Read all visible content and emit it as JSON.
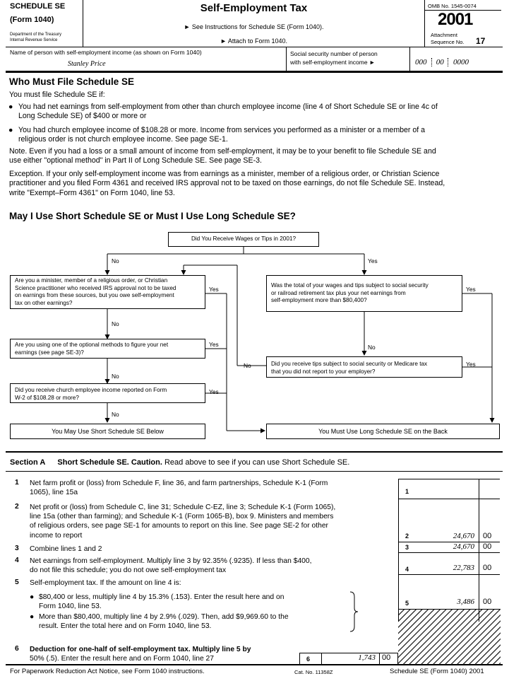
{
  "header": {
    "schedule": "SCHEDULE SE",
    "form": "(Form 1040)",
    "dept": "Department of the Treasury",
    "irs": "Internal Revenue Service",
    "title": "Self-Employment Tax",
    "instr1": "► See Instructions for Schedule SE (Form 1040).",
    "instr2": "► Attach to Form 1040.",
    "omb": "OMB No. 1545-0074",
    "year": "2001",
    "attachment": "Attachment",
    "sequence": "Sequence No.",
    "seq_no": "17"
  },
  "person": {
    "name_label": "Name of person with self-employment income (as shown on Form 1040)",
    "name_value": "Stanley Price",
    "ssn_label1": "Social security number of person",
    "ssn_label2": "with self-employment income ►",
    "ssn1": "000",
    "ssn2": "00",
    "ssn3": "0000"
  },
  "who": {
    "heading": "Who Must File Schedule SE",
    "intro": "You must file Schedule SE if:",
    "b1_line1": "You had net earnings from self-employment from other than church employee income (line 4 of Short Schedule SE or line 4c of",
    "b1_line2": "Long Schedule SE) of $400 or more or",
    "b2_line1": "You had church employee income of $108.28 or more. Income from services you performed as a minister or a member of a",
    "b2_line2": "religious order is not church employee income. See page SE-1.",
    "note_line1": "Note. Even if you had a loss or a small amount of income from self-employment, it may be to your benefit to file Schedule SE and",
    "note_line2": "use either \"optional method\" in Part II of Long Schedule SE. See page SE-3.",
    "exc_line1": "Exception. If your only self-employment income was from earnings as a minister, member of a religious order, or Christian Science",
    "exc_line2": "practitioner and you filed Form 4361 and received IRS approval not to be taxed on those earnings, do not file Schedule SE. Instead,",
    "exc_line3": "write \"Exempt–Form 4361\" on Form 1040, line 53."
  },
  "may": {
    "heading": "May I Use Short Schedule SE or Must I Use Long Schedule SE?"
  },
  "flow": {
    "q_wages": "Did You Receive Wages or Tips in 2001?",
    "no": "No",
    "yes": "Yes",
    "q_minister_1": "Are you a minister, member of a religious order, or Christian",
    "q_minister_2": "Science practitioner who received IRS approval not to be taxed",
    "q_minister_3": "on earnings from these sources, but you owe self-employment",
    "q_minister_4": "tax on other earnings?",
    "q_optional_1": "Are you using one of the optional methods to figure your net",
    "q_optional_2": "earnings (see page SE-3)?",
    "q_church_1": "Did you receive church employee income reported on Form",
    "q_church_2": "W-2 of $108.28 or more?",
    "q_total_1": "Was the total of your wages and tips subject to social security",
    "q_total_2": "or railroad retirement tax plus your net earnings from",
    "q_total_3": "self-employment more than $80,400?",
    "q_tips_1": "Did you receive tips subject to social security or Medicare tax",
    "q_tips_2": "that you did not report to your employer?",
    "short": "You May Use Short Schedule SE Below",
    "long": "You Must Use Long Schedule SE on the Back"
  },
  "sectionA": {
    "title": "Section A",
    "subtitle": "Short Schedule SE. Caution.",
    "caution": "Read above to see if you can use Short Schedule SE.",
    "l1_num": "1",
    "l1_a": "Net farm profit or (loss) from Schedule F, line 36, and farm partnerships, Schedule K-1 (Form",
    "l1_b": "1065), line 15a",
    "l2_num": "2",
    "l2_a": "Net profit or (loss) from Schedule C, line 31; Schedule C-EZ, line 3; Schedule K-1 (Form 1065),",
    "l2_b": "line 15a (other than farming); and Schedule K-1 (Form 1065-B), box 9. Ministers and members",
    "l2_c": "of religious orders, see page SE-1 for amounts to report on this line. See page SE-2 for other",
    "l2_d": "income to report",
    "l3_num": "3",
    "l3_a": "Combine lines 1 and 2",
    "l4_num": "4",
    "l4_a": "Net earnings from self-employment. Multiply line 3 by 92.35% (.9235). If less than $400,",
    "l4_b": "do not file this schedule; you do not owe self-employment tax",
    "l5_num": "5",
    "l5_a": "Self-employment tax. If the amount on line 4 is:",
    "l5_b1a": "$80,400 or less, multiply line 4 by 15.3% (.153). Enter the result here and on",
    "l5_b1b": "Form 1040, line 53.",
    "l5_b2a": "More than $80,400, multiply line 4 by 2.9% (.029). Then, add $9,969.60 to the",
    "l5_b2b": "result. Enter the total here and on Form 1040, line 53.",
    "l6_num": "6",
    "l6_a": "Deduction for one-half of self-employment tax. Multiply line 5 by",
    "l6_b": "50% (.5). Enter the result here and on Form 1040, line 27",
    "box1": "1",
    "box2": "2",
    "box3": "3",
    "box4": "4",
    "box5": "5",
    "box6": "6",
    "amt2": "24,670",
    "c2": "00",
    "amt3": "24,670",
    "c3": "00",
    "amt4": "22,783",
    "c4": "00",
    "amt5": "3,486",
    "c5": "00",
    "amt6": "1,743",
    "c6": "00"
  },
  "footer": {
    "paperwork": "For Paperwork Reduction Act Notice, see Form 1040 instructions.",
    "cat": "Cat. No. 11358Z",
    "form": "Schedule SE (Form 1040) 2001"
  }
}
